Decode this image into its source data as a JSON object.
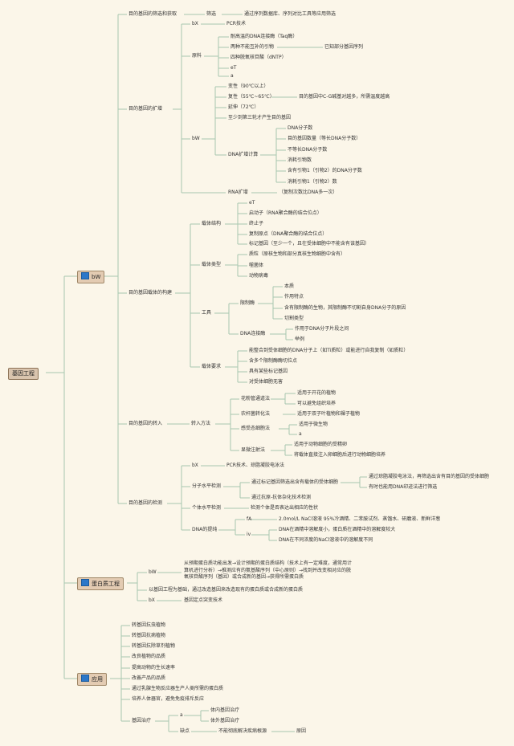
{
  "root": "基因工程",
  "b1": {
    "label": "bW",
    "c1": {
      "label": "目的基因的筛选和获取",
      "screen": "筛选",
      "screen_desc": "通过序列数据库、序列对比工具等应用筛选"
    },
    "c2": {
      "label": "目的基因的扩增",
      "bx": "bX",
      "pcr": "PCR技术",
      "mat": "原料",
      "mat_items": [
        "耐高温的DNA连接酶（Taq酶）",
        "两种不能互补的引物",
        "四种脱氧核苷酸（dNTP）",
        "eT",
        "a"
      ],
      "primer_note": "已知部分基因序列",
      "bw": "bW",
      "steps": [
        "变性（90℃以上）",
        "复性（55℃~65℃）",
        "延伸（72℃）",
        "至少到第三轮才产生目的基因"
      ],
      "anneal_note": "目的基因中C-G碱基对越多，所需温度越高",
      "calc": "DNA扩增计算",
      "calc_items": [
        "DNA分子数",
        "目的基因数量（等长DNA分子数）",
        "不等长DNA分子数",
        "消耗引物数",
        "含有引物1（引物2）的DNA分子数",
        "消耗引物1（引物2）数"
      ],
      "rna": "RNA扩增",
      "rna_note": "（复制次数比DNA多一次）"
    },
    "c3": {
      "label": "目的基因载体的构建",
      "struct": "载体结构",
      "struct_items": [
        "eT",
        "启动子（RNA聚合酶的结合位点）",
        "终止子",
        "复制原点（DNA聚合酶的结合位点）",
        "标记基因（至少一个，且在受体细胞中不能含有该基因）"
      ],
      "types": "载体类型",
      "type_items": [
        "质粒（原核生物和部分真核生物细胞中含有）",
        "噬菌体",
        "动物病毒"
      ],
      "tools": "工具",
      "enzyme": "限制酶",
      "enzyme_items": [
        "本质",
        "作用特点",
        "含有限制酶的生物，其限制酶不切割自身DNA分子的原因",
        "切割类型"
      ],
      "ligase": "DNA连接酶",
      "ligase_items": [
        "作用于DNA分子片段之间",
        "举例"
      ],
      "req": "载体要求",
      "req_items": [
        "能整合到受体细胞的DNA分子上（如Ti质粒）或能进行自我复制（如质粒）",
        "含多个限制酶酶切位点",
        "具有某些标记基因",
        "对受体细胞无害"
      ]
    },
    "c4": {
      "label": "目的基因的转入",
      "method": "转入方法",
      "pollen": "花粉管通道法",
      "pollen_items": [
        "适用于开花的植物",
        "可以避免组织培养"
      ],
      "agro": "农杆菌转化法",
      "agro_note": "适用于双子叶植物和裸子植物",
      "comp": "感受态细胞法",
      "comp_items": [
        "适用于微生物",
        "a"
      ],
      "micro": "显微注射法",
      "micro_items": [
        "适用于动物细胞的受精卵",
        "将载体直接注入卵细胞后进行动物细胞培养"
      ]
    },
    "c5": {
      "label": "目的基因的检测",
      "bx": "bX",
      "bx_note": "PCR技术、琼脂凝胶电泳法",
      "mol": "分子水平检测",
      "mol1": "通过标记基因筛选出含有载体的受体细胞",
      "mol1_items": [
        "通过琼脂凝胶电泳法，再筛选出含有目的基因的受体细胞",
        "有时也能用DNA印迹法进行筛选"
      ],
      "mol2": "通过抗原-抗体杂化技术检测",
      "indiv": "个体水平检测",
      "indiv_note": "检测个体是否表达出相应的性状",
      "ext": "DNA的提纯",
      "ext_fa": "fA",
      "ext_fa_note": "2.0mol/L NaCl溶液 95%冷酒精、二苯胺试剂、蒸馏水、研磨液、新鲜洋葱",
      "ext_iv": "iv",
      "ext_iv_items": [
        "DNA在酒精中溶解度小，蛋白质在酒精中的溶解度较大",
        "DNA在不同浓度的NaCl溶液中的溶解度不同"
      ]
    }
  },
  "b2": {
    "label": "蛋白质工程",
    "bw": "bW",
    "bw_note": "从预期蛋白质功能出发→设计预期的蛋白质结构（技术上有一定难度，通常用计算机进行分析）→推测应有的氨基酸序列（中心原则）→找到并改变相对应的脱氧核苷酸序列（基因）或合成新的基因→获得所需蛋白质",
    "def": "以基因工程为基础，通过改造基因来改造现有的蛋白质或合成新的蛋白质",
    "bx": "bX",
    "bx_note": "基因定点突变技术"
  },
  "b3": {
    "label": "应用",
    "items": [
      "转基因抗虫植物",
      "转基因抗病植物",
      "转基因抗除草剂植物",
      "改良植物的品质",
      "提高动物的生长速率",
      "改善产品的品质",
      "通过乳腺生物反应器生产人类所需的蛋白质",
      "培养人体器官，避免免疫排斥反应"
    ],
    "therapy": "基因治疗",
    "therapy_a": "a",
    "therapy_a_items": [
      "体内基因治疗",
      "体外基因治疗"
    ],
    "therapy_flaw": "缺点",
    "therapy_flaw_note": "不能彻底解决疾病根源",
    "therapy_flaw_reason": "原因"
  }
}
